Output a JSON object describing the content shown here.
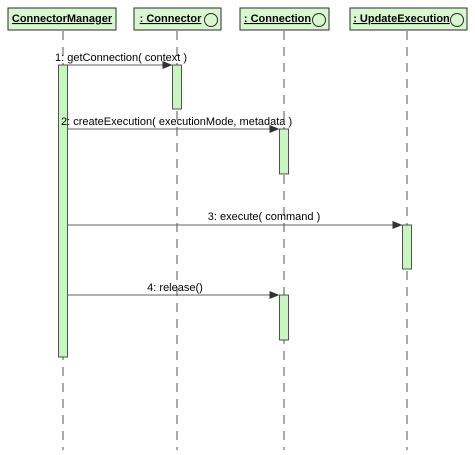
{
  "colors": {
    "box_fill": "#d8f7d0",
    "box_stroke": "#2b2b2b",
    "activation_fill": "#c9f5c0",
    "lifeline": "#555555",
    "message_line": "#606060"
  },
  "participants": [
    {
      "label": "ConnectorManager",
      "has_interface_icon": false
    },
    {
      "label": ": Connector",
      "has_interface_icon": true
    },
    {
      "label": ": Connection",
      "has_interface_icon": true
    },
    {
      "label": ": UpdateExecution",
      "has_interface_icon": true
    }
  ],
  "messages": [
    {
      "from": 0,
      "to": 1,
      "label": "1: getConnection( context )"
    },
    {
      "from": 0,
      "to": 2,
      "label": "2: createExecution( executionMode, metadata )"
    },
    {
      "from": 0,
      "to": 3,
      "label": "3: execute( command )"
    },
    {
      "from": 0,
      "to": 2,
      "label": "4: release()"
    }
  ]
}
